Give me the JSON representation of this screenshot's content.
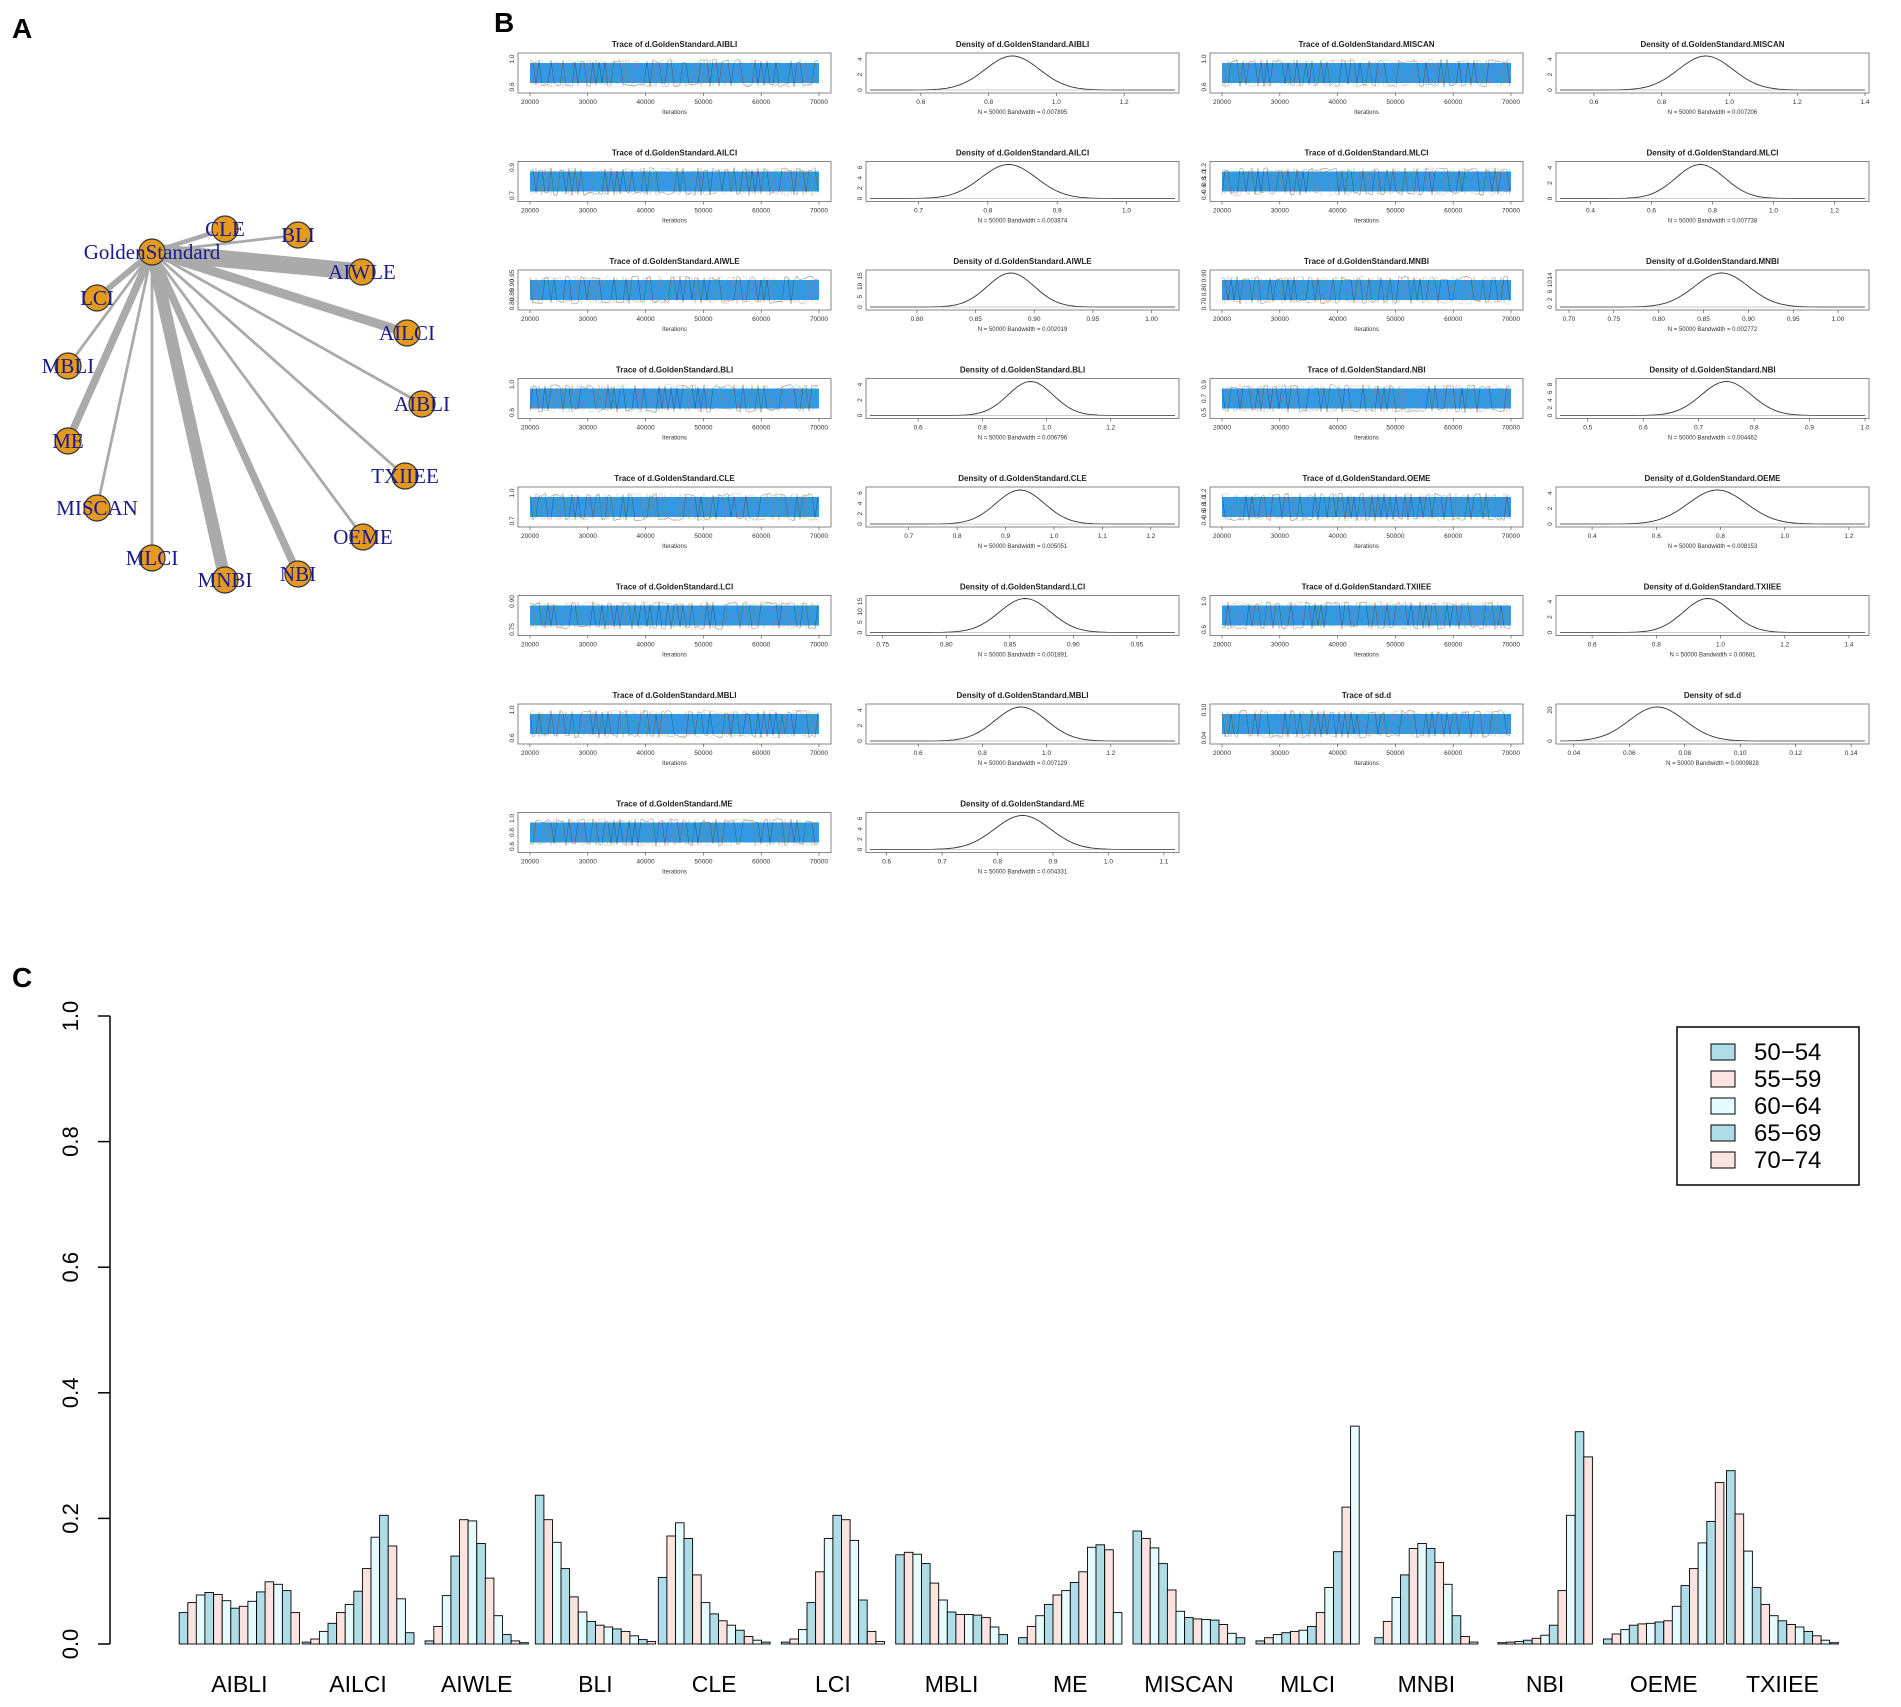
{
  "panels": {
    "a": "A",
    "b": "B",
    "c": "C"
  },
  "colors": {
    "node": "#e39a1e",
    "edge": "#aaaaaa",
    "label": "#1a1a8c",
    "trace": "#3399e6",
    "bar_blue": "#aedde8",
    "bar_pink": "#fbe3e0",
    "bar_cyan": "#e6fbfd"
  },
  "network": {
    "hub": "GoldenStandard",
    "nodes": [
      {
        "name": "CLE",
        "weight": 2
      },
      {
        "name": "BLI",
        "weight": 1
      },
      {
        "name": "AIWLE",
        "weight": 10
      },
      {
        "name": "AILCI",
        "weight": 5
      },
      {
        "name": "AIBLI",
        "weight": 1
      },
      {
        "name": "TXIIEE",
        "weight": 1
      },
      {
        "name": "OEME",
        "weight": 1
      },
      {
        "name": "NBI",
        "weight": 4
      },
      {
        "name": "MNBI",
        "weight": 7
      },
      {
        "name": "MLCI",
        "weight": 1
      },
      {
        "name": "MISCAN",
        "weight": 1
      },
      {
        "name": "ME",
        "weight": 4
      },
      {
        "name": "MBLI",
        "weight": 1
      },
      {
        "name": "LCI",
        "weight": 3
      }
    ]
  },
  "diagnostics": {
    "iterations_label": "Iterations",
    "trace_x_ticks": [
      "20000",
      "30000",
      "40000",
      "50000",
      "60000",
      "70000"
    ],
    "plots": [
      {
        "param": "d.GoldenStandard.AIBLI",
        "trace_title": "Trace of d.GoldenStandard.AIBLI",
        "trace_y": [
          "0.6",
          "1.0"
        ],
        "density_title": "Density of d.GoldenStandard.AIBLI",
        "density_x": [
          "0.6",
          "0.8",
          "1.0",
          "1.2"
        ],
        "density_y": [
          "0",
          "2",
          "4"
        ],
        "stats": "N = 50000   Bandwidth = 0.007895",
        "mean": 0.87,
        "sd": 0.08,
        "xr": [
          0.45,
          1.35
        ]
      },
      {
        "param": "d.GoldenStandard.MISCAN",
        "trace_title": "Trace of d.GoldenStandard.MISCAN",
        "trace_y": [
          "0.6",
          "1.0"
        ],
        "density_title": "Density of d.GoldenStandard.MISCAN",
        "density_x": [
          "0.6",
          "0.8",
          "1.0",
          "1.2",
          "1.4"
        ],
        "density_y": [
          "0",
          "2",
          "4"
        ],
        "stats": "N = 50000   Bandwidth = 0.007206",
        "mean": 0.93,
        "sd": 0.08,
        "xr": [
          0.5,
          1.4
        ]
      },
      {
        "param": "d.GoldenStandard.AILCI",
        "trace_title": "Trace of d.GoldenStandard.AILCI",
        "trace_y": [
          "0.7",
          "0.9"
        ],
        "density_title": "Density of d.GoldenStandard.AILCI",
        "density_x": [
          "0.7",
          "0.8",
          "0.9",
          "1.0"
        ],
        "density_y": [
          "0",
          "2",
          "4",
          "6"
        ],
        "stats": "N = 50000   Bandwidth = 0.003874",
        "mean": 0.83,
        "sd": 0.04,
        "xr": [
          0.63,
          1.07
        ]
      },
      {
        "param": "d.GoldenStandard.MLCI",
        "trace_title": "Trace of d.GoldenStandard.MLCI",
        "trace_y": [
          "0.4",
          "0.6",
          "0.8",
          "1.0",
          "1.2"
        ],
        "density_title": "Density of d.GoldenStandard.MLCI",
        "density_x": [
          "0.4",
          "0.6",
          "0.8",
          "1.0",
          "1.2"
        ],
        "density_y": [
          "0",
          "2",
          "4"
        ],
        "stats": "N = 50000   Bandwidth = 0.007738",
        "mean": 0.76,
        "sd": 0.08,
        "xr": [
          0.3,
          1.3
        ]
      },
      {
        "param": "d.GoldenStandard.AIWLE",
        "trace_title": "Trace of d.GoldenStandard.AIWLE",
        "trace_y": [
          "0.80",
          "0.85",
          "0.90",
          "0.95"
        ],
        "density_title": "Density of d.GoldenStandard.AIWLE",
        "density_x": [
          "0.80",
          "0.85",
          "0.90",
          "0.95",
          "1.00"
        ],
        "density_y": [
          "0",
          "5",
          "10",
          "15"
        ],
        "stats": "N = 50000   Bandwidth = 0.002019",
        "mean": 0.88,
        "sd": 0.02,
        "xr": [
          0.76,
          1.02
        ]
      },
      {
        "param": "d.GoldenStandard.MNBI",
        "trace_title": "Trace of d.GoldenStandard.MNBI",
        "trace_y": [
          "0.70",
          "0.80",
          "0.90"
        ],
        "density_title": "Density of d.GoldenStandard.MNBI",
        "density_x": [
          "0.70",
          "0.75",
          "0.80",
          "0.85",
          "0.90",
          "0.95",
          "1.00"
        ],
        "density_y": [
          "0",
          "2",
          "6",
          "10",
          "14"
        ],
        "stats": "N = 50000   Bandwidth = 0.002772",
        "mean": 0.87,
        "sd": 0.03,
        "xr": [
          0.69,
          1.03
        ]
      },
      {
        "param": "d.GoldenStandard.BLI",
        "trace_title": "Trace of d.GoldenStandard.BLI",
        "trace_y": [
          "0.6",
          "1.0"
        ],
        "density_title": "Density of d.GoldenStandard.BLI",
        "density_x": [
          "0.6",
          "0.8",
          "1.0",
          "1.2"
        ],
        "density_y": [
          "0",
          "2",
          "4"
        ],
        "stats": "N = 50000   Bandwidth = 0.006796",
        "mean": 0.95,
        "sd": 0.07,
        "xr": [
          0.45,
          1.4
        ]
      },
      {
        "param": "d.GoldenStandard.NBI",
        "trace_title": "Trace of d.GoldenStandard.NBI",
        "trace_y": [
          "0.5",
          "0.7",
          "0.9"
        ],
        "density_title": "Density of d.GoldenStandard.NBI",
        "density_x": [
          "0.5",
          "0.6",
          "0.7",
          "0.8",
          "0.9",
          "1.0"
        ],
        "density_y": [
          "0",
          "2",
          "4",
          "6",
          "8"
        ],
        "stats": "N = 50000   Bandwidth = 0.004462",
        "mean": 0.75,
        "sd": 0.045,
        "xr": [
          0.45,
          1.0
        ]
      },
      {
        "param": "d.GoldenStandard.CLE",
        "trace_title": "Trace of d.GoldenStandard.CLE",
        "trace_y": [
          "0.7",
          "1.0"
        ],
        "density_title": "Density of d.GoldenStandard.CLE",
        "density_x": [
          "0.7",
          "0.8",
          "0.9",
          "1.0",
          "1.1",
          "1.2"
        ],
        "density_y": [
          "0",
          "2",
          "4",
          "6"
        ],
        "stats": "N = 50000   Bandwidth = 0.005051",
        "mean": 0.93,
        "sd": 0.05,
        "xr": [
          0.62,
          1.25
        ]
      },
      {
        "param": "d.GoldenStandard.OEME",
        "trace_title": "Trace of d.GoldenStandard.OEME",
        "trace_y": [
          "0.4",
          "0.6",
          "0.8",
          "1.0",
          "1.2"
        ],
        "density_title": "Density of d.GoldenStandard.OEME",
        "density_x": [
          "0.4",
          "0.6",
          "0.8",
          "1.0",
          "1.2"
        ],
        "density_y": [
          "0",
          "2",
          "4"
        ],
        "stats": "N = 50000   Bandwidth = 0.008153",
        "mean": 0.79,
        "sd": 0.09,
        "xr": [
          0.3,
          1.25
        ]
      },
      {
        "param": "d.GoldenStandard.LCI",
        "trace_title": "Trace of d.GoldenStandard.LCI",
        "trace_y": [
          "0.75",
          "0.90"
        ],
        "density_title": "Density of d.GoldenStandard.LCI",
        "density_x": [
          "0.75",
          "0.80",
          "0.85",
          "0.90",
          "0.95"
        ],
        "density_y": [
          "0",
          "5",
          "10",
          "15"
        ],
        "stats": "N = 50000   Bandwidth = 0.001891",
        "mean": 0.862,
        "sd": 0.02,
        "xr": [
          0.74,
          0.98
        ]
      },
      {
        "param": "d.GoldenStandard.TXIIEE",
        "trace_title": "Trace of d.GoldenStandard.TXIIEE",
        "trace_y": [
          "0.6",
          "1.0"
        ],
        "density_title": "Density of d.GoldenStandard.TXIIEE",
        "density_x": [
          "0.6",
          "0.8",
          "1.0",
          "1.2",
          "1.4"
        ],
        "density_y": [
          "0",
          "2",
          "4"
        ],
        "stats": "N = 50000   Bandwidth = 0.00681",
        "mean": 0.96,
        "sd": 0.075,
        "xr": [
          0.5,
          1.45
        ]
      },
      {
        "param": "d.GoldenStandard.MBLI",
        "trace_title": "Trace of d.GoldenStandard.MBLI",
        "trace_y": [
          "0.6",
          "1.0"
        ],
        "density_title": "Density of d.GoldenStandard.MBLI",
        "density_x": [
          "0.6",
          "0.8",
          "1.0",
          "1.2"
        ],
        "density_y": [
          "0",
          "2",
          "4"
        ],
        "stats": "N = 50000   Bandwidth = 0.007129",
        "mean": 0.92,
        "sd": 0.08,
        "xr": [
          0.45,
          1.4
        ]
      },
      {
        "param": "sd.d",
        "trace_title": "Trace of sd.d",
        "trace_y": [
          "0.04",
          "0.10"
        ],
        "density_title": "Density of sd.d",
        "density_x": [
          "0.04",
          "0.06",
          "0.08",
          "0.10",
          "0.12",
          "0.14"
        ],
        "density_y": [
          "0",
          "20"
        ],
        "stats": "N = 50000   Bandwidth = 0.0009828",
        "mean": 0.07,
        "sd": 0.01,
        "xr": [
          0.035,
          0.145
        ]
      },
      {
        "param": "d.GoldenStandard.ME",
        "trace_title": "Trace of d.GoldenStandard.ME",
        "trace_y": [
          "0.6",
          "0.8",
          "1.0"
        ],
        "density_title": "Density of d.GoldenStandard.ME",
        "density_x": [
          "0.6",
          "0.7",
          "0.8",
          "0.9",
          "1.0",
          "1.1"
        ],
        "density_y": [
          "0",
          "2",
          "4",
          "6"
        ],
        "stats": "N = 50000   Bandwidth = 0.004331",
        "mean": 0.845,
        "sd": 0.05,
        "xr": [
          0.57,
          1.12
        ]
      }
    ]
  },
  "chart_data": {
    "type": "bar",
    "categories": [
      "AIBLI",
      "AILCI",
      "AIWLE",
      "BLI",
      "CLE",
      "LCI",
      "MBLI",
      "ME",
      "MISCAN",
      "MLCI",
      "MNBI",
      "NBI",
      "OEME",
      "TXIIEE"
    ],
    "ylim": [
      0,
      1
    ],
    "y_ticks": [
      "0.0",
      "0.2",
      "0.4",
      "0.6",
      "0.8",
      "1.0"
    ],
    "legend": [
      "50−54",
      "55−59",
      "60−64",
      "65−69",
      "70−74"
    ],
    "legend_position": "top-right",
    "series": [
      {
        "values": [
          0.05,
          0.066,
          0.078,
          0.082,
          0.079,
          0.069,
          0.057,
          0.06,
          0.068,
          0.083,
          0.099,
          0.095,
          0.085,
          0.05
        ]
      },
      {
        "values": [
          0.003,
          0.008,
          0.02,
          0.033,
          0.05,
          0.063,
          0.084,
          0.12,
          0.17,
          0.205,
          0.156,
          0.072,
          0.018
        ]
      },
      {
        "values": [
          0.005,
          0.028,
          0.077,
          0.14,
          0.198,
          0.196,
          0.16,
          0.105,
          0.045,
          0.015,
          0.005,
          0.002
        ]
      },
      {
        "values": [
          0.237,
          0.198,
          0.162,
          0.12,
          0.075,
          0.051,
          0.036,
          0.03,
          0.027,
          0.024,
          0.02,
          0.013,
          0.007,
          0.004
        ]
      },
      {
        "values": [
          0.106,
          0.172,
          0.193,
          0.168,
          0.11,
          0.066,
          0.048,
          0.037,
          0.03,
          0.022,
          0.012,
          0.006,
          0.003
        ]
      },
      {
        "values": [
          0.003,
          0.008,
          0.023,
          0.066,
          0.115,
          0.168,
          0.205,
          0.198,
          0.165,
          0.07,
          0.02,
          0.004
        ]
      },
      {
        "values": [
          0.142,
          0.146,
          0.143,
          0.128,
          0.097,
          0.07,
          0.051,
          0.047,
          0.047,
          0.046,
          0.042,
          0.027,
          0.015
        ]
      },
      {
        "values": [
          0.01,
          0.028,
          0.045,
          0.063,
          0.078,
          0.085,
          0.098,
          0.115,
          0.154,
          0.158,
          0.15,
          0.05
        ]
      },
      {
        "values": [
          0.18,
          0.168,
          0.153,
          0.128,
          0.086,
          0.052,
          0.042,
          0.04,
          0.039,
          0.038,
          0.031,
          0.017,
          0.01
        ]
      },
      {
        "values": [
          0.005,
          0.01,
          0.015,
          0.018,
          0.02,
          0.022,
          0.028,
          0.05,
          0.09,
          0.147,
          0.218,
          0.347
        ]
      },
      {
        "values": [
          0.01,
          0.036,
          0.074,
          0.11,
          0.152,
          0.16,
          0.152,
          0.13,
          0.095,
          0.045,
          0.012,
          0.003
        ]
      },
      {
        "values": [
          0.002,
          0.003,
          0.004,
          0.006,
          0.009,
          0.014,
          0.03,
          0.085,
          0.205,
          0.338,
          0.298
        ]
      },
      {
        "values": [
          0.008,
          0.016,
          0.023,
          0.03,
          0.032,
          0.033,
          0.035,
          0.037,
          0.06,
          0.093,
          0.12,
          0.161,
          0.195,
          0.257
        ]
      },
      {
        "values": [
          0.276,
          0.207,
          0.148,
          0.09,
          0.063,
          0.045,
          0.037,
          0.031,
          0.027,
          0.02,
          0.013,
          0.006,
          0.002
        ]
      }
    ]
  }
}
